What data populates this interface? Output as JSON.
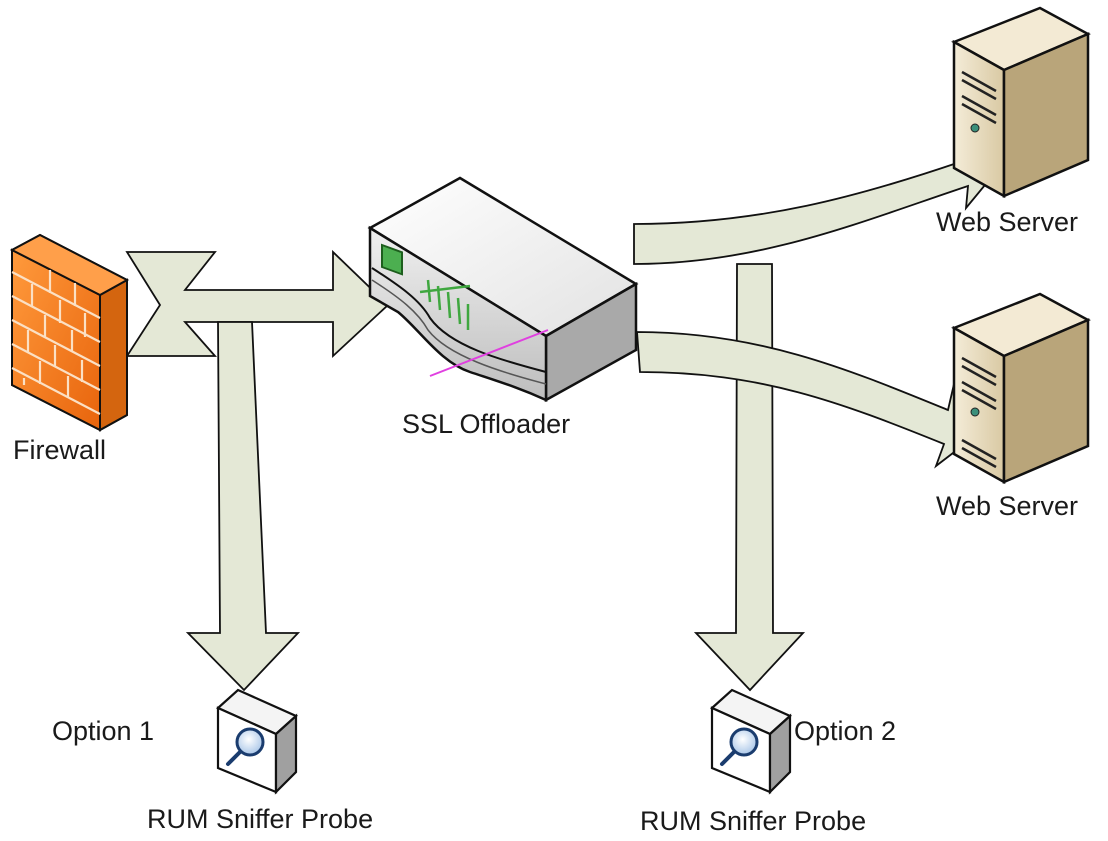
{
  "labels": {
    "firewall": "Firewall",
    "ssl_offloader": "SSL Offloader",
    "web_server_top": "Web Server",
    "web_server_bottom": "Web Server",
    "option1": "Option 1",
    "option2": "Option 2",
    "probe1": "RUM Sniffer Probe",
    "probe2": "RUM Sniffer Probe"
  },
  "colors": {
    "arrow_fill": "#e4e8d6",
    "outline": "#0d0d0d",
    "firewall_orange": "#f07a1e",
    "server_beige": "#e6d9bb",
    "led_green": "#3fa73f",
    "accent_magenta": "#e040e0"
  }
}
